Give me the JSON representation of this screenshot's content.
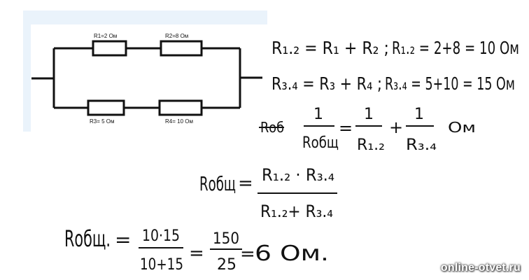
{
  "circuit": {
    "r1_label": "R1=2 Ом",
    "r2_label": "R2=8 Ом",
    "r3_label": "R3= 5 Ом",
    "r4_label": "R4= 10 Ом"
  },
  "solution": {
    "eq1": {
      "lhs": "R₁.₂ = R₁ + R₂ ;",
      "rhs": "R₁.₂ = 2+8 = 10 Ом"
    },
    "eq2": {
      "lhs": "R₃.₄ = R₃ + R₄ ;",
      "rhs": "R₃.₄ = 5+10 = 15 Ом"
    },
    "eq3": {
      "prefix": "Rоб",
      "left_num": "1",
      "left_den": "Rобщ",
      "eq": "=",
      "mid_num": "1",
      "mid_den": "R₁.₂",
      "plus": "+",
      "right_num": "1",
      "right_den": "R₃.₄",
      "suffix": "Ом"
    },
    "eq4": {
      "lhs": "Rобщ",
      "eq": "=",
      "num": "R₁.₂ · R₃.₄",
      "den": "R₁.₂+ R₃.₄"
    },
    "eq5": {
      "lhs": "Rобщ.",
      "eq1": "=",
      "frac1_num": "10·15",
      "frac1_den": "10+15",
      "eq2": "=",
      "frac2_num": "150",
      "frac2_den": "25",
      "eq3": "=",
      "result": "6 Ом."
    }
  },
  "watermark": "online-otvet.ru"
}
